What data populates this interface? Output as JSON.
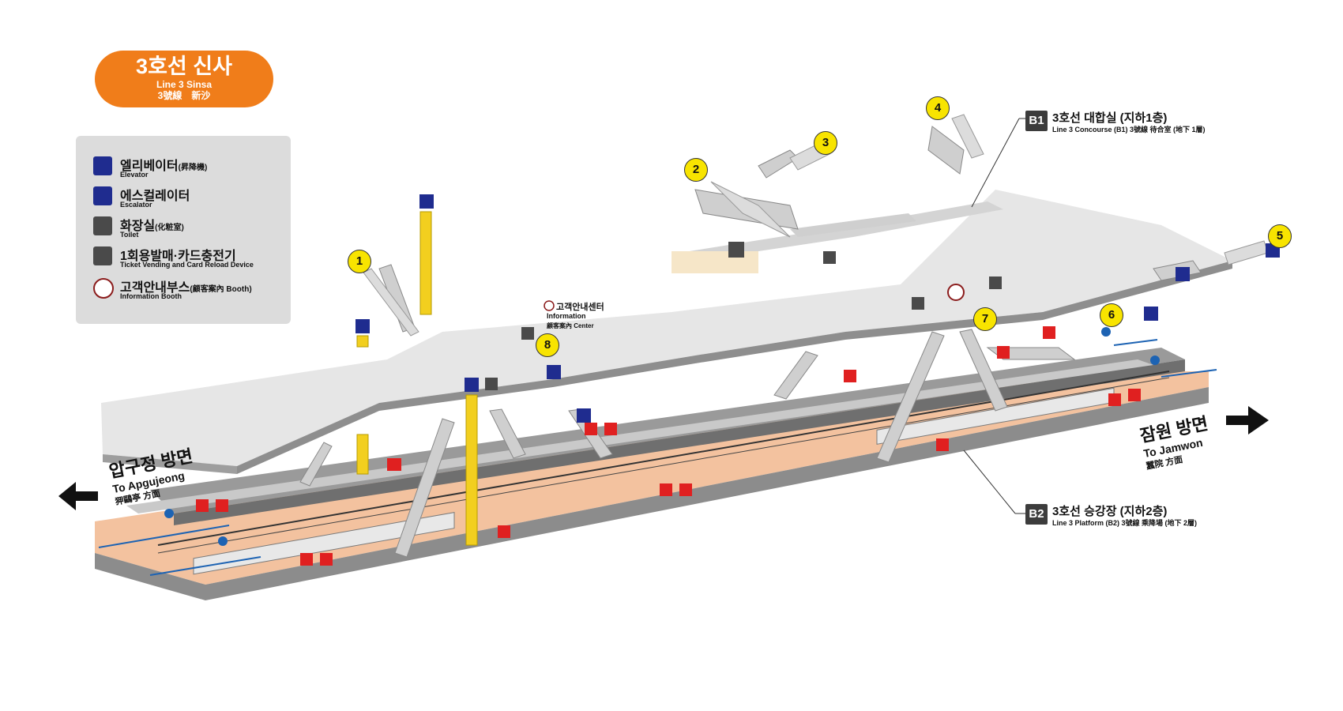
{
  "station": {
    "name_ko": "3호선 신사",
    "name_en": "Line 3 Sinsa",
    "name_hanja": "3號線　新沙",
    "badge_color": "#f07d1a"
  },
  "legend": [
    {
      "icon": "elevator-icon",
      "ko": "엘리베이터",
      "hanja": "(昇降機)",
      "en": "Elevator",
      "color": "#1f2c8f"
    },
    {
      "icon": "escalator-icon",
      "ko": "에스컬레이터",
      "hanja": "",
      "en": "Escalator",
      "color": "#1f2c8f"
    },
    {
      "icon": "toilet-icon",
      "ko": "화장실",
      "hanja": "(化粧室)",
      "en": "Toilet",
      "color": "#4a4a4a"
    },
    {
      "icon": "ticket-machine-icon",
      "ko": "1회용발매·카드충전기",
      "hanja": "",
      "en": "Ticket Vending and Card Reload Device",
      "color": "#4a4a4a"
    },
    {
      "icon": "information-icon",
      "ko": "고객안내부스",
      "hanja": "(顧客案內 Booth)",
      "en": "Information Booth",
      "color": "#8b1c1c"
    }
  ],
  "levels": {
    "b1": {
      "code": "B1",
      "title": "3호선 대합실 (지하1층)",
      "subtitle": "Line 3 Concourse (B1) 3號線 待合室 (地下 1層)"
    },
    "b2": {
      "code": "B2",
      "title": "3호선 승강장 (지하2층)",
      "subtitle": "Line 3 Platform (B2) 3號線 乘降場 (地下 2層)"
    }
  },
  "directions": {
    "left": {
      "ko": "압구정 방면",
      "en": "To Apgujeong",
      "hanja": "狎鷗亭 方面"
    },
    "right": {
      "ko": "잠원 방면",
      "en": "To Jamwon",
      "hanja": "蠶院 方面"
    }
  },
  "info_center": {
    "ko": "고객안내센터",
    "en": "Information",
    "en2": "顧客案內 Center"
  },
  "exits": [
    "1",
    "2",
    "3",
    "4",
    "5",
    "6",
    "7",
    "8"
  ],
  "colors": {
    "exit_badge": "#f8e400",
    "platform": "#f7cba7",
    "concourse": "#e4e4e4",
    "elevator_shaft": "#f2cf1f",
    "emergency": "#e02020"
  }
}
